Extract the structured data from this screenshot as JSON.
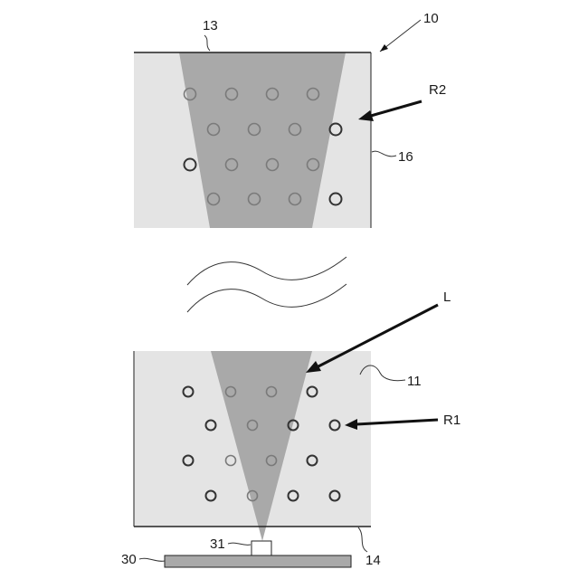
{
  "labels": {
    "device": "10",
    "source_top": "13",
    "region_upper": "R2",
    "side_upper": "16",
    "light": "L",
    "body_lower": "11",
    "region_lower": "R1",
    "bottom_edge": "14",
    "emitter": "31",
    "substrate": "30"
  },
  "colors": {
    "panel_fill": "#e4e4e4",
    "beam_fill": "#a9a9a9",
    "substrate_fill": "#a9a9a9",
    "outline": "#222222",
    "particle_dark": "#333333",
    "particle_light": "#7a7a7a"
  },
  "icons": {
    "break": "wavy-break-lines",
    "particles": "hollow-circle-markers"
  }
}
